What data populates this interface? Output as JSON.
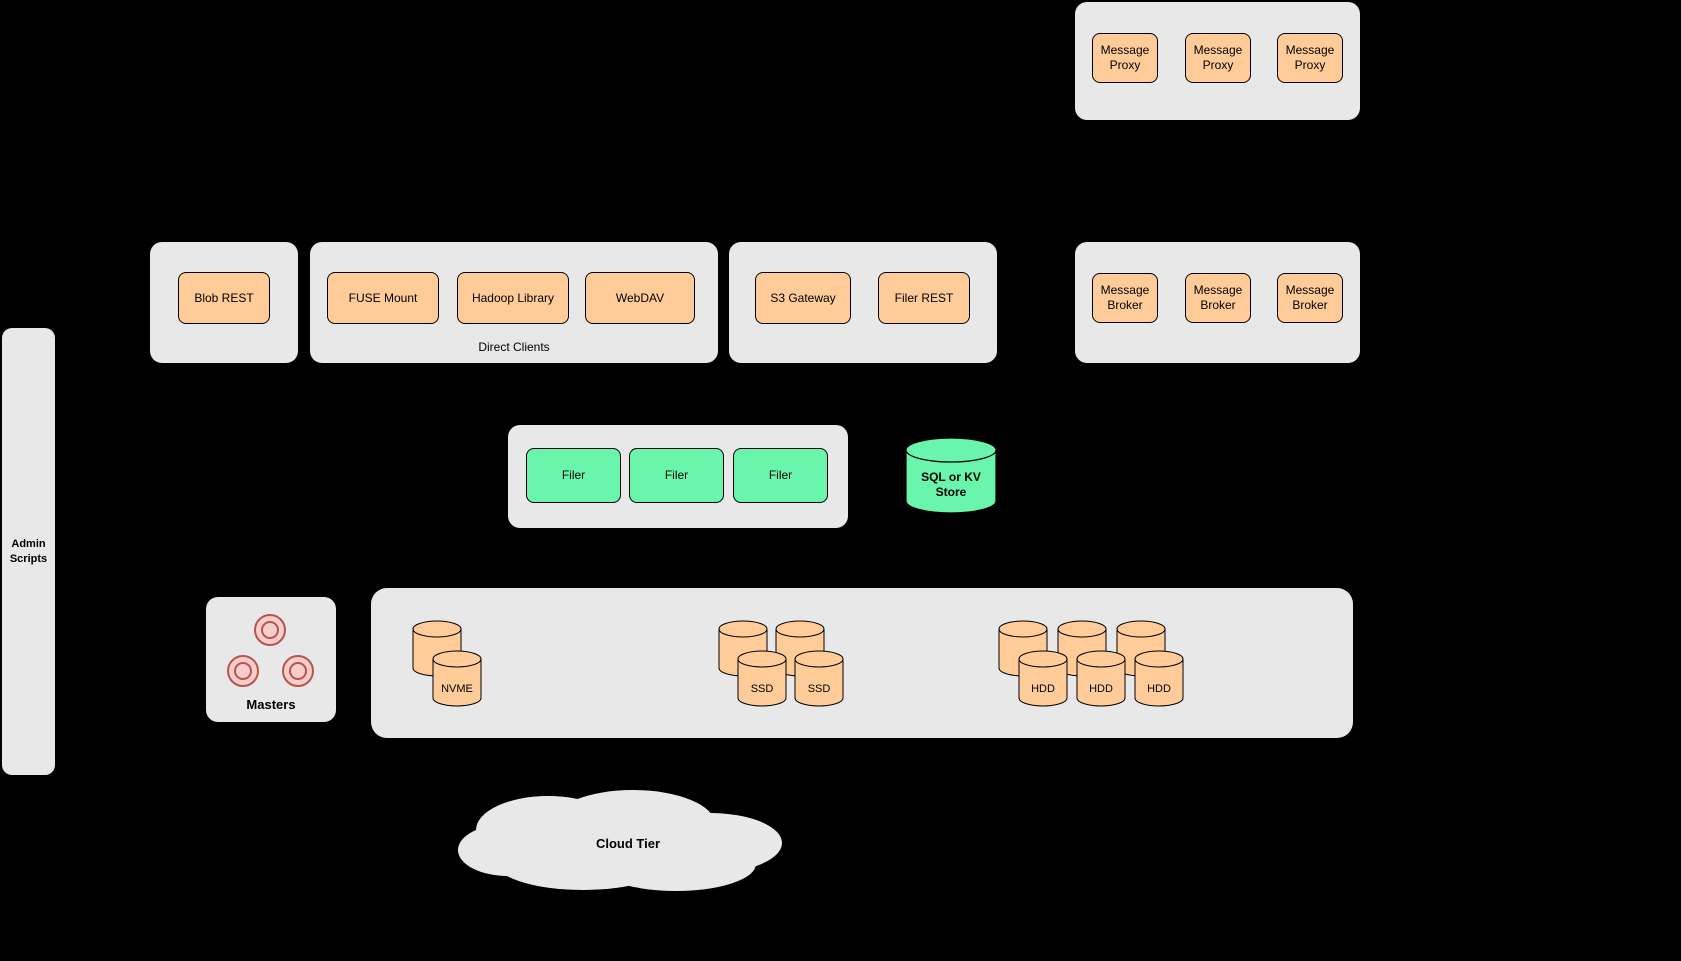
{
  "palette": {
    "background": "#000000",
    "container_fill": "#e8e8e8",
    "orange_fill": "#ffcc99",
    "green_fill": "#69f5ab",
    "pink_fill": "#f8cecc",
    "pink_stroke": "#b85450",
    "stroke": "#000000"
  },
  "proxy_group": {
    "items": [
      "Message Proxy",
      "Message Proxy",
      "Message Proxy"
    ]
  },
  "blob_group": {
    "items": [
      "Blob REST"
    ]
  },
  "direct_clients_group": {
    "caption": "Direct Clients",
    "items": [
      "FUSE Mount",
      "Hadoop Library",
      "WebDAV"
    ]
  },
  "gateway_group": {
    "items": [
      "S3 Gateway",
      "Filer REST"
    ]
  },
  "broker_group": {
    "items": [
      "Message Broker",
      "Message Broker",
      "Message Broker"
    ]
  },
  "filer_group": {
    "items": [
      "Filer",
      "Filer",
      "Filer"
    ]
  },
  "kv_store": {
    "label": "SQL or KV Store"
  },
  "admin": {
    "label": "Admin Scripts"
  },
  "masters": {
    "label": "Masters"
  },
  "volume_tiers": {
    "nvme": [
      "NVME"
    ],
    "ssd": [
      "SSD",
      "SSD"
    ],
    "hdd": [
      "HDD",
      "HDD",
      "HDD"
    ]
  },
  "cloud": {
    "label": "Cloud Tier"
  }
}
